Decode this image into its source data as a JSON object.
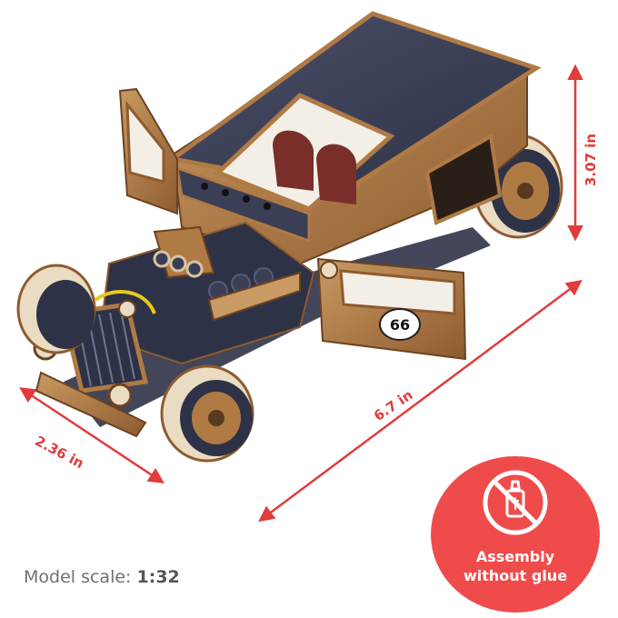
{
  "dimensions": {
    "width": "2.36 in",
    "length": "6.7 in",
    "height": "3.07 in"
  },
  "scale": {
    "label": "Model scale:",
    "value": "1:32"
  },
  "badge": {
    "line1": "Assembly",
    "line2": "without glue",
    "icon": "no-glue-icon"
  },
  "car": {
    "door_number": "66"
  },
  "colors": {
    "accent": "#e23b3b",
    "badge": "#f04b4b",
    "wood": "#b07a45",
    "roof": "#3a3f55"
  }
}
